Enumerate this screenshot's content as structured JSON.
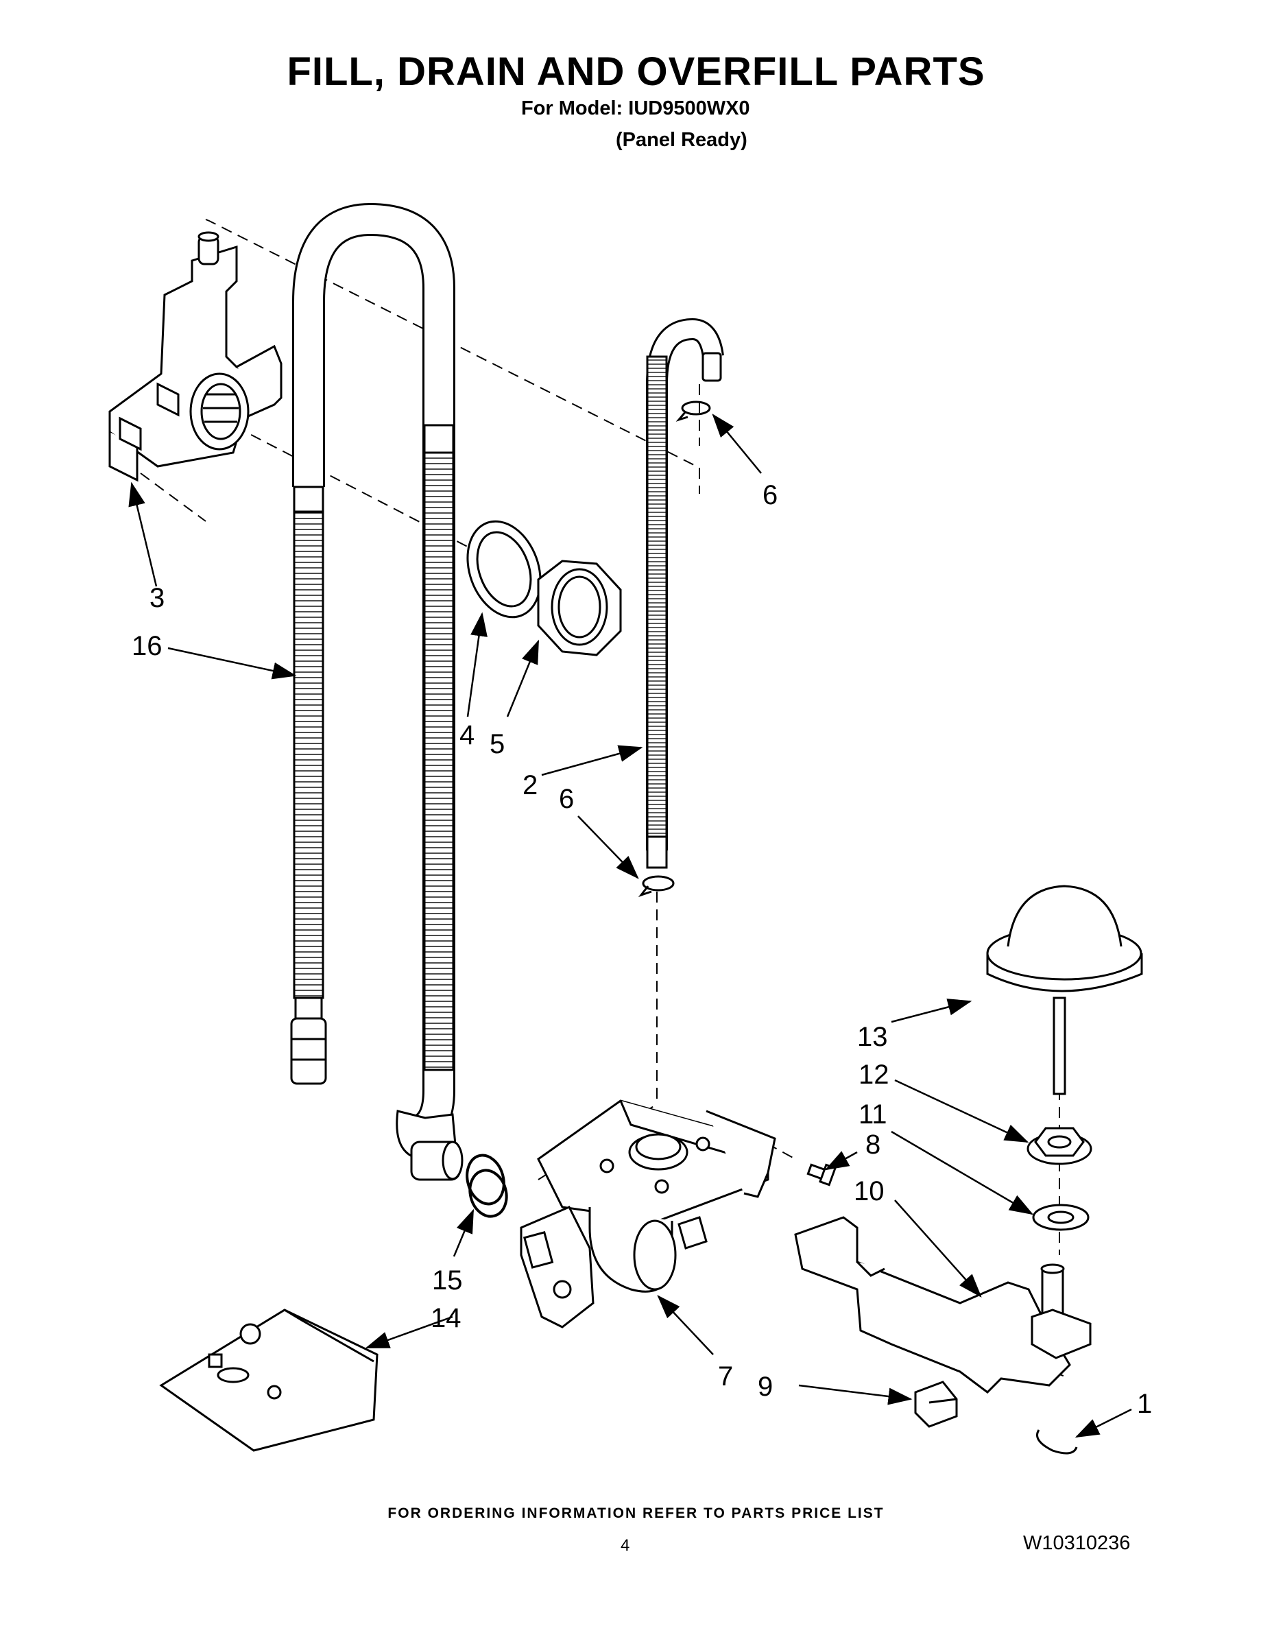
{
  "title": "FILL, DRAIN AND OVERFILL PARTS",
  "model_line": "For Model: IUD9500WX0",
  "variant_line": "(Panel Ready)",
  "callouts": {
    "c1": "1",
    "c2": "2",
    "c3": "3",
    "c4": "4",
    "c5": "5",
    "c6a": "6",
    "c6b": "6",
    "c7": "7",
    "c8": "8",
    "c9": "9",
    "c10": "10",
    "c11": "11",
    "c12": "12",
    "c13": "13",
    "c14": "14",
    "c15": "15",
    "c16": "16"
  },
  "footer_note": "FOR ORDERING INFORMATION REFER TO PARTS PRICE LIST",
  "page_number": "4",
  "document_number": "W10310236"
}
